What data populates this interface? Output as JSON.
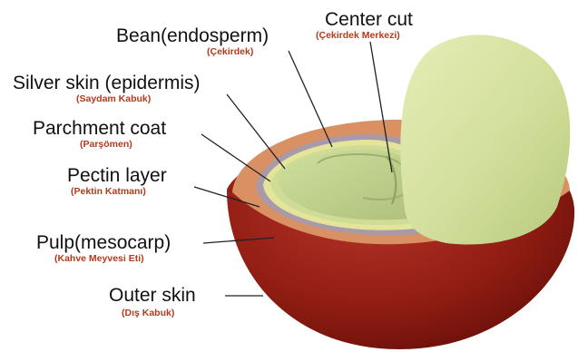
{
  "labels": {
    "bean": {
      "main": "Bean(endosperm)",
      "sub": "(Çekirdek)"
    },
    "center_cut": {
      "main": "Center cut",
      "sub": "(Çekirdek Merkezi)"
    },
    "silver_skin": {
      "main": "Silver skin (epidermis)",
      "sub": "(Saydam Kabuk)"
    },
    "parchment": {
      "main": "Parchment coat",
      "sub": "(Parşömen)"
    },
    "pectin": {
      "main": "Pectin layer",
      "sub": "(Pektin Katmanı)"
    },
    "pulp": {
      "main": "Pulp(mesocarp)",
      "sub": "(Kahve Meyvesi Eti)"
    },
    "outer_skin": {
      "main": "Outer skin",
      "sub": "(Dış Kabuk)"
    }
  },
  "colors": {
    "outer_skin": "#8b1a10",
    "pulp": "#d99063",
    "pectin": "#a89aa8",
    "parchment": "#e4e49a",
    "silver_skin": "#cfdc96",
    "bean": "#c4d690",
    "bean_half": "#d6e2a2",
    "label_sub": "#b33a1c"
  }
}
